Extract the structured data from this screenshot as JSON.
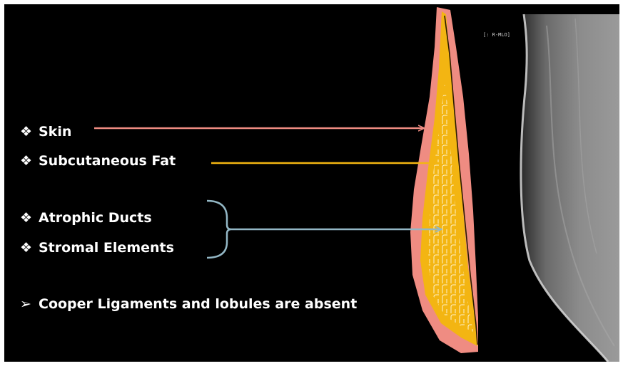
{
  "bullets": {
    "skin": {
      "symbol": "❖",
      "label": "Skin"
    },
    "fat": {
      "symbol": "❖",
      "label": "Subcutaneous Fat"
    },
    "ducts": {
      "symbol": "❖",
      "label": "Atrophic Ducts"
    },
    "stroma": {
      "symbol": "❖",
      "label": "Stromal Elements"
    },
    "cooper": {
      "symbol": "➢",
      "label": "Cooper Ligaments and lobules are absent"
    }
  },
  "mammogram_marker": "[: R-MLO]",
  "colors": {
    "background": "#000000",
    "skin": "#ef8c82",
    "fat": "#f3b512",
    "duct_pointer": "#93b7c5",
    "text": "#ffffff"
  }
}
